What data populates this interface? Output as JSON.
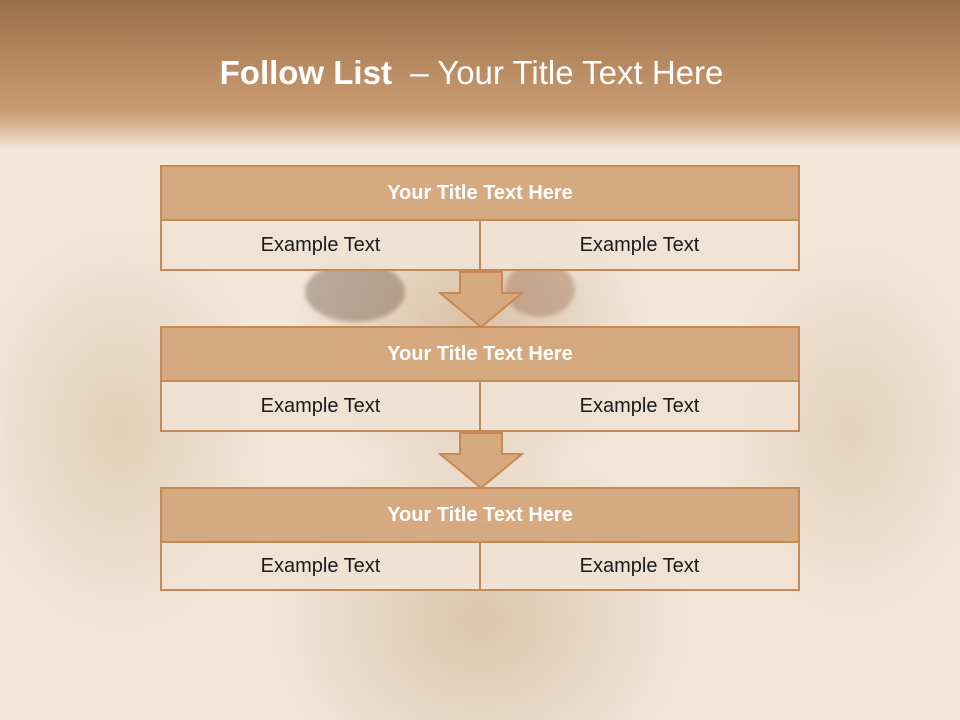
{
  "title": {
    "bold": "Follow List",
    "rest": "  – Your Title Text Here"
  },
  "blocks": [
    {
      "title": "Your Title Text Here",
      "left": "Example Text",
      "right": "Example Text"
    },
    {
      "title": "Your Title Text Here",
      "left": "Example Text",
      "right": "Example Text"
    },
    {
      "title": "Your Title Text Here",
      "left": "Example Text",
      "right": "Example Text"
    }
  ],
  "colors": {
    "header": "#b98b62",
    "box_border": "#c58955",
    "box_title_fill": "#d4a57a",
    "cell_fill": "#efe1d4",
    "arrow_fill": "#d7a97f"
  }
}
